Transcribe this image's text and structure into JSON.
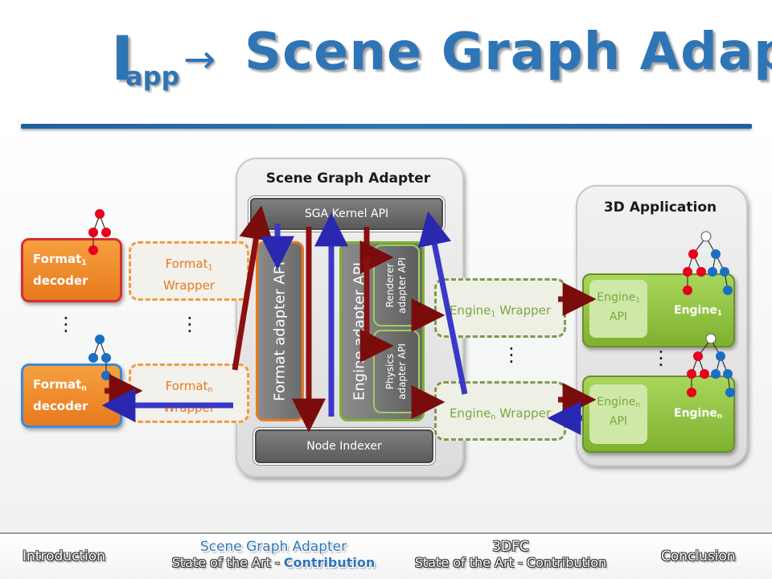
{
  "title": {
    "i_letter": "I",
    "subscript": "app",
    "arrow": "→",
    "main": "Scene Graph Adapter"
  },
  "sga_panel": {
    "title": "Scene Graph Adapter",
    "kernel_api": "SGA Kernel API",
    "format_adapter_api": "Format adapter API",
    "engine_adapter_api": "Engine adapter API",
    "renderer_adapter_api": "Renderer adapter API",
    "physics_adapter_api": "Physics adapter API",
    "node_indexer": "Node Indexer"
  },
  "app_panel": {
    "title": "3D Application",
    "engine1": {
      "api_main": "Engine",
      "api_sub": "1",
      "api_suffix": "API",
      "name_main": "Engine",
      "name_sub": "1"
    },
    "enginen": {
      "api_main": "Engine",
      "api_sub": "n",
      "api_suffix": "API",
      "name_main": "Engine",
      "name_sub": "n"
    }
  },
  "decoders": {
    "d1": {
      "main": "Format",
      "sub": "1",
      "line2": "decoder"
    },
    "dn": {
      "main": "Format",
      "sub": "n",
      "line2": "decoder"
    }
  },
  "format_wrappers": {
    "w1": {
      "main": "Format",
      "sub": "1",
      "line2": "Wrapper"
    },
    "wn": {
      "main": "Format",
      "sub": "n",
      "line2": "Wrapper"
    }
  },
  "engine_wrappers": {
    "w1": {
      "main": "Engine",
      "sub": "1",
      "suffix": "Wrapper"
    },
    "wn": {
      "main": "Engine",
      "sub": "n",
      "suffix": "Wrapper"
    }
  },
  "ellipsis": "⋮",
  "footer": {
    "introduction": "Introduction",
    "sga_title": "Scene Graph Adapter",
    "sga_sub_prefix": "State of the Art - ",
    "sga_sub_strong": "Contribution",
    "threedfc_title": "3DFC",
    "threedfc_sub": "State of the Art - Contribution",
    "conclusion": "Conclusion"
  },
  "colors": {
    "title_blue": "#2e75b6",
    "orange": "#e8791e",
    "green": "#7fb130",
    "arrow_red": "#8b1010",
    "arrow_blue": "#3a38c8",
    "node_red": "#e8001c",
    "node_blue": "#1a6fc4"
  }
}
